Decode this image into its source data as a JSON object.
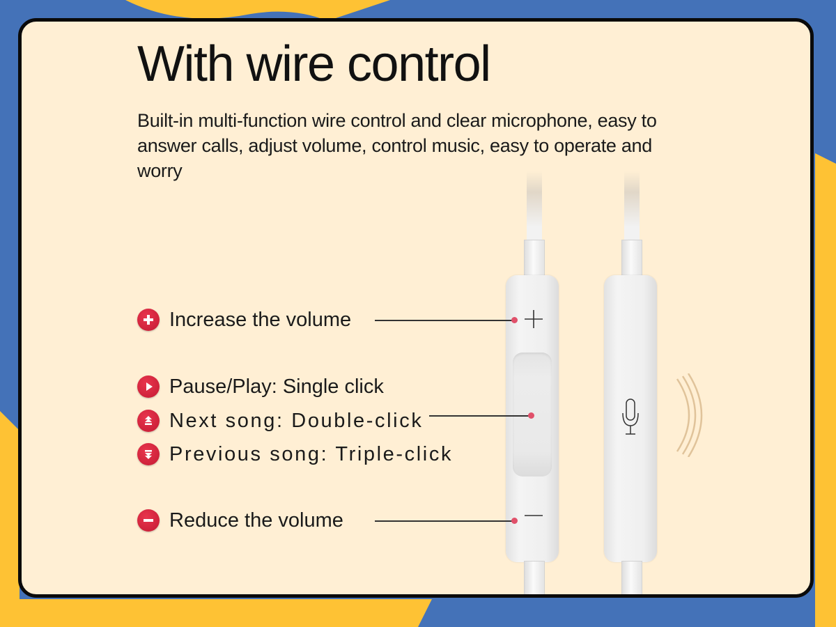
{
  "colors": {
    "background_blue": "#4472b8",
    "background_yellow": "#fec234",
    "card_bg": "#ffefd4",
    "card_border": "#0a0a0a",
    "icon_red": "#d1223c",
    "pointer_dot": "#e0506a",
    "sound_wave": "#e0c39a"
  },
  "header": {
    "title": "With wire control",
    "description": "Built-in multi-function wire control and clear microphone, easy to answer calls, adjust volume, control music, easy to operate and worry"
  },
  "features": [
    {
      "icon": "plus-circle-icon",
      "label": "Increase the volume"
    },
    {
      "icon": "play-circle-icon",
      "label": "Pause/Play: Single click"
    },
    {
      "icon": "next-song-icon",
      "label": "Next song: Double-click"
    },
    {
      "icon": "previous-song-icon",
      "label": "Previous song: Triple-click"
    },
    {
      "icon": "minus-circle-icon",
      "label": "Reduce the volume"
    }
  ],
  "remote": {
    "buttons": [
      "volume-up",
      "play-pause",
      "volume-down"
    ],
    "mic": "microphone"
  }
}
